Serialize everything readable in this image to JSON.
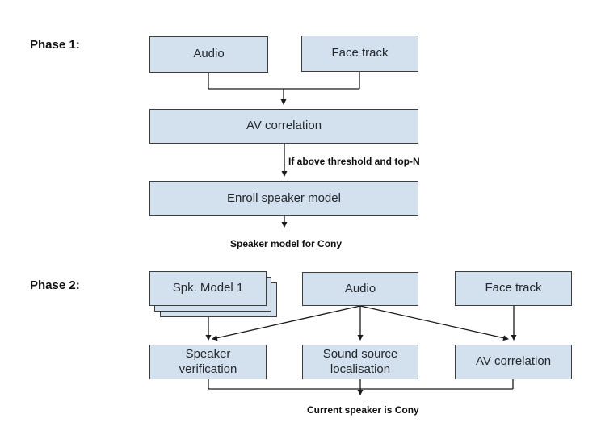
{
  "colors": {
    "box_fill": "#d3e0ee",
    "box_border": "#3d3d3d",
    "line": "#1a1a1a",
    "text": "#24292e"
  },
  "phase1": {
    "label": "Phase 1:",
    "audio": "Audio",
    "face_track": "Face track",
    "av_correlation": "AV correlation",
    "enroll": "Enroll speaker model",
    "condition_label": "If above threshold and top-N",
    "output_label": "Speaker model for Cony"
  },
  "phase2": {
    "label": "Phase 2:",
    "spk_model": "Spk. Model 1",
    "audio": "Audio",
    "face_track": "Face track",
    "speaker_verification": {
      "lines": [
        "Speaker",
        "verification"
      ]
    },
    "sound_source": {
      "lines": [
        "Sound source",
        "localisation"
      ]
    },
    "av_correlation": "AV correlation",
    "output_label": "Current speaker is Cony"
  }
}
